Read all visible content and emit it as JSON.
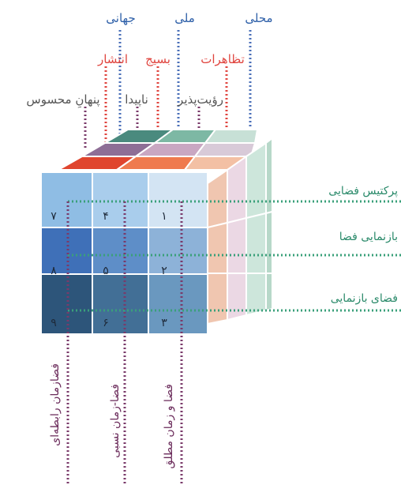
{
  "colors": {
    "blue_text": "#2d5fa8",
    "red_text": "#e0453f",
    "gray_text": "#555555",
    "green_text": "#2a8a6a",
    "purple_text": "#6a2a5a",
    "dot_blue": "#4a6fb8",
    "dot_red": "#e0453f",
    "dot_purple": "#7a3a6a",
    "dot_green": "#3aa07a"
  },
  "top_labels": {
    "row1": [
      "محلی",
      "ملی",
      "جهانی"
    ],
    "row2": [
      "تظاهرات",
      "بسیج",
      "انتشار"
    ],
    "row3": [
      "رؤیت‌پذیر",
      "ناپیدا",
      "پنهانِ محسوس"
    ]
  },
  "right_labels": [
    "پرکتیس فضایی",
    "بازنمایی فضا",
    "فضای بازنمایی"
  ],
  "bottom_labels": [
    "فضازمان رابطه‌ای",
    "فضا-زمان نسبی",
    "فضا و زمان مطلق"
  ],
  "cells": [
    [
      "۷",
      "۴",
      "۱"
    ],
    [
      "۸",
      "۵",
      "۲"
    ],
    [
      "۹",
      "۶",
      "۳"
    ]
  ]
}
